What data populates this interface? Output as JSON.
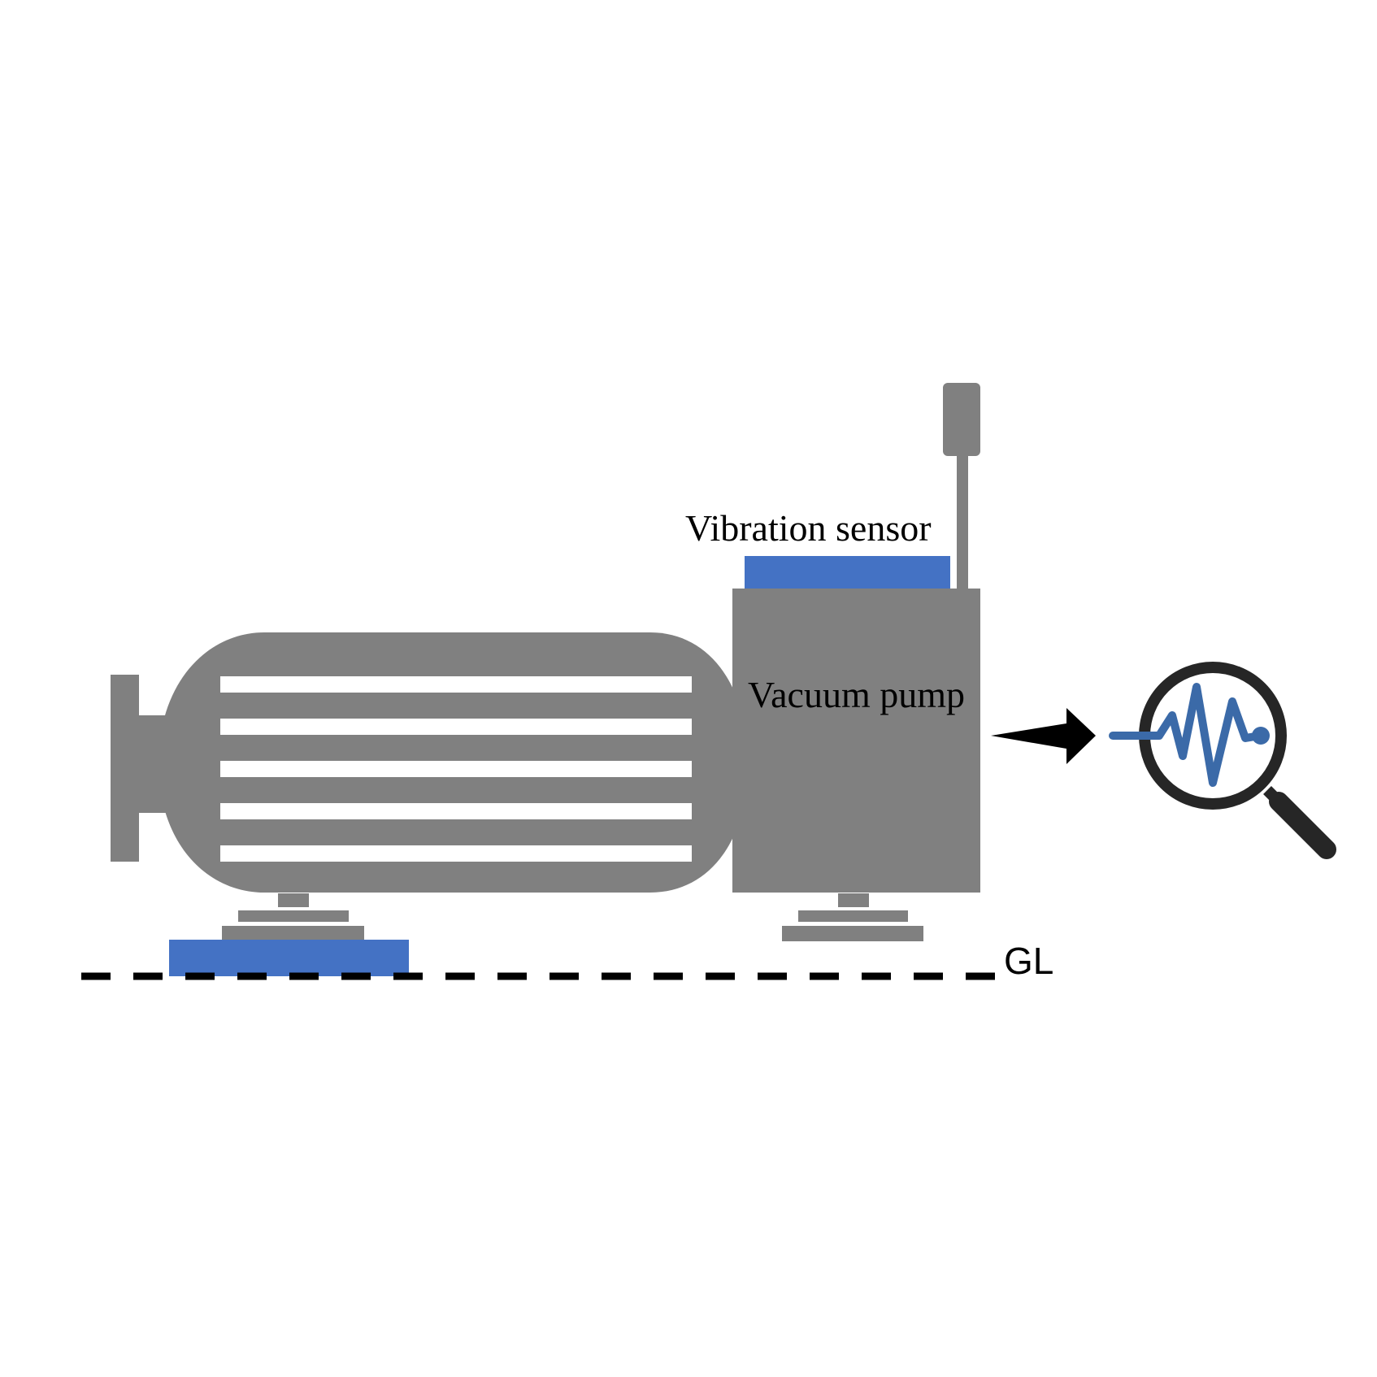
{
  "labels": {
    "sensor": "Vibration sensor",
    "pump": "Vacuum pump",
    "ground": "GL"
  },
  "colors": {
    "machine_body": "#808080",
    "sensor": "#4472c4",
    "cooling_fin_gap": "#ffffff",
    "ground_line": "#000000",
    "arrow": "#000000",
    "magnifier_ring": "#262626",
    "waveform": "#3b6aa8",
    "background": "#ffffff"
  },
  "icons": {
    "analysis": "magnifier-waveform-icon",
    "flow": "arrow-right-icon"
  }
}
